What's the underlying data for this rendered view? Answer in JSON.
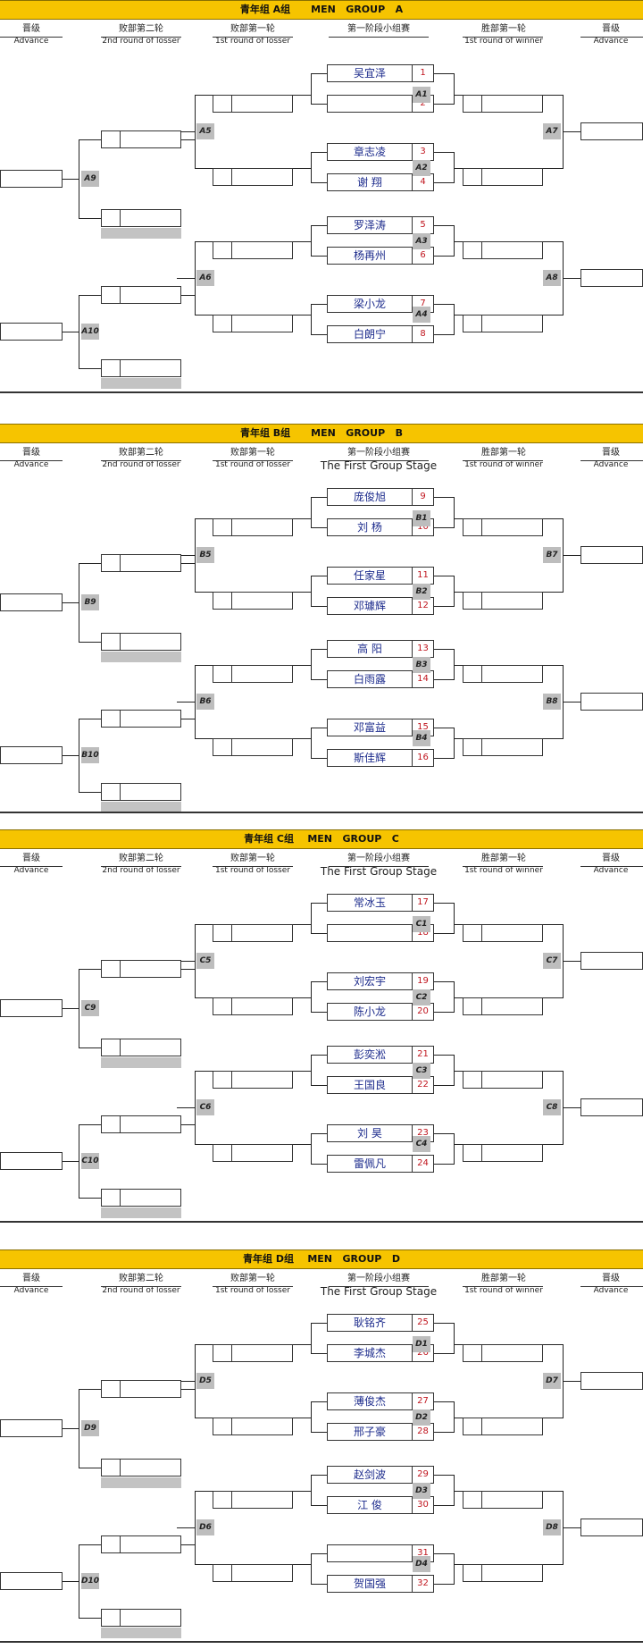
{
  "headers": {
    "advance_cn": "晋级",
    "advance_en": "Advance",
    "loser2_cn": "败部第二轮",
    "loser2_en": "2nd round of losser",
    "loser1_cn": "败部第一轮",
    "loser1_en": "1st round of losser",
    "stage_cn": "第一阶段小组赛",
    "stage_en": "The First Group Stage",
    "winner1_cn": "胜部第一轮",
    "winner1_en": "1st round of winner"
  },
  "groups": [
    {
      "title": "青年组 A组      MEN   GROUP   A",
      "show_stage_en": false,
      "players": [
        {
          "name": "吴宜泽",
          "seed": "1"
        },
        {
          "name": "",
          "seed": "2"
        },
        {
          "name": "章志凌",
          "seed": "3"
        },
        {
          "name": "谢  翔",
          "seed": "4"
        },
        {
          "name": "罗泽涛",
          "seed": "5"
        },
        {
          "name": "杨再州",
          "seed": "6"
        },
        {
          "name": "梁小龙",
          "seed": "7"
        },
        {
          "name": "白朗宁",
          "seed": "8"
        }
      ],
      "match_labels": {
        "m1": "A1",
        "m2": "A2",
        "m3": "A3",
        "m4": "A4",
        "l1": "A5",
        "l2": "A6",
        "w1": "A7",
        "w2": "A8",
        "lf1": "A9",
        "lf2": "A10"
      }
    },
    {
      "title": "青年组 B组      MEN   GROUP   B",
      "show_stage_en": true,
      "players": [
        {
          "name": "庞俊旭",
          "seed": "9"
        },
        {
          "name": "刘  杨",
          "seed": "10"
        },
        {
          "name": "任家星",
          "seed": "11"
        },
        {
          "name": "邓璩辉",
          "seed": "12"
        },
        {
          "name": "高  阳",
          "seed": "13"
        },
        {
          "name": "白雨露",
          "seed": "14"
        },
        {
          "name": "邓富益",
          "seed": "15"
        },
        {
          "name": "斯佳辉",
          "seed": "16"
        }
      ],
      "match_labels": {
        "m1": "B1",
        "m2": "B2",
        "m3": "B3",
        "m4": "B4",
        "l1": "B5",
        "l2": "B6",
        "w1": "B7",
        "w2": "B8",
        "lf1": "B9",
        "lf2": "B10"
      }
    },
    {
      "title": "青年组 C组    MEN   GROUP   C",
      "show_stage_en": true,
      "players": [
        {
          "name": "常冰玉",
          "seed": "17"
        },
        {
          "name": "",
          "seed": "18"
        },
        {
          "name": "刘宏宇",
          "seed": "19"
        },
        {
          "name": "陈小龙",
          "seed": "20"
        },
        {
          "name": "彭奕淞",
          "seed": "21"
        },
        {
          "name": "王国良",
          "seed": "22"
        },
        {
          "name": "刘  昊",
          "seed": "23"
        },
        {
          "name": "雷佩凡",
          "seed": "24"
        }
      ],
      "match_labels": {
        "m1": "C1",
        "m2": "C2",
        "m3": "C3",
        "m4": "C4",
        "l1": "C5",
        "l2": "C6",
        "w1": "C7",
        "w2": "C8",
        "lf1": "C9",
        "lf2": "C10"
      }
    },
    {
      "title": "青年组 D组    MEN   GROUP   D",
      "show_stage_en": true,
      "players": [
        {
          "name": "耿铭齐",
          "seed": "25"
        },
        {
          "name": "李城杰",
          "seed": "26"
        },
        {
          "name": "薄俊杰",
          "seed": "27"
        },
        {
          "name": "邢子豪",
          "seed": "28"
        },
        {
          "name": "赵剑波",
          "seed": "29"
        },
        {
          "name": "江  俊",
          "seed": "30"
        },
        {
          "name": "",
          "seed": "31"
        },
        {
          "name": "贺国强",
          "seed": "32"
        }
      ],
      "match_labels": {
        "m1": "D1",
        "m2": "D2",
        "m3": "D3",
        "m4": "D4",
        "l1": "D5",
        "l2": "D6",
        "w1": "D7",
        "w2": "D8",
        "lf1": "D9",
        "lf2": "D10"
      }
    }
  ]
}
